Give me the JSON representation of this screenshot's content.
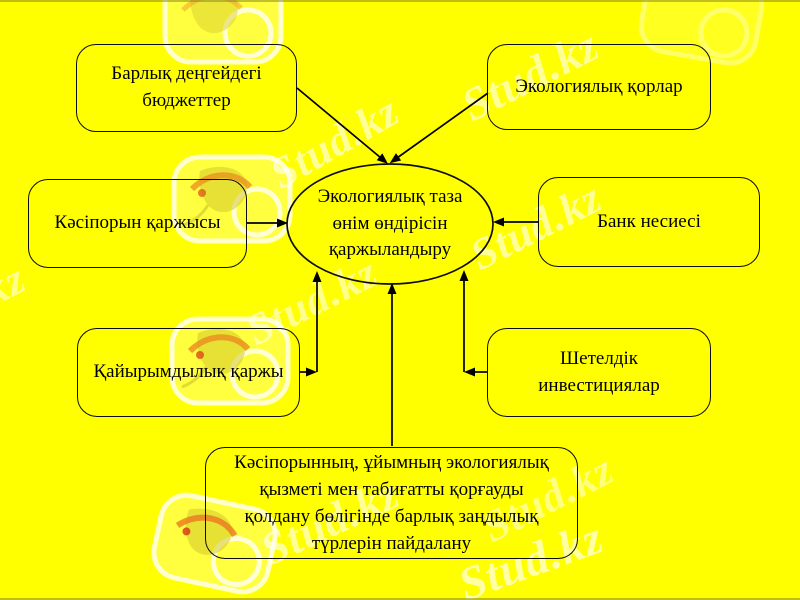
{
  "page": {
    "background": "#ffff00",
    "stroke_color": "#000000",
    "watermark_color": "#ffffff"
  },
  "center": {
    "id": "eco-financing",
    "label": "Экологиялық таза\nөнім өндірісін\nқаржыландыру"
  },
  "nodes": [
    {
      "id": "budgets",
      "label": "Барлық деңгейдегі\nбюджеттер"
    },
    {
      "id": "eco-funds",
      "label": "Экологиялық қорлар"
    },
    {
      "id": "enterprise-finance",
      "label": "Кәсіпорын қаржысы"
    },
    {
      "id": "bank-credit",
      "label": "Банк несиесі"
    },
    {
      "id": "charity-finance",
      "label": "Қайырымдылық қаржы"
    },
    {
      "id": "foreign-investments",
      "label": "Шетелдік\nинвестициялар"
    },
    {
      "id": "legal-forms",
      "label": "Кәсіпорынның, ұйымның экологиялық\nқызметі мен табиғатты қорғауды\nқолдану бөлігінде барлық заңдылық\nтүрлерін пайдалану"
    }
  ],
  "watermark": {
    "text": "Stud.kz"
  }
}
